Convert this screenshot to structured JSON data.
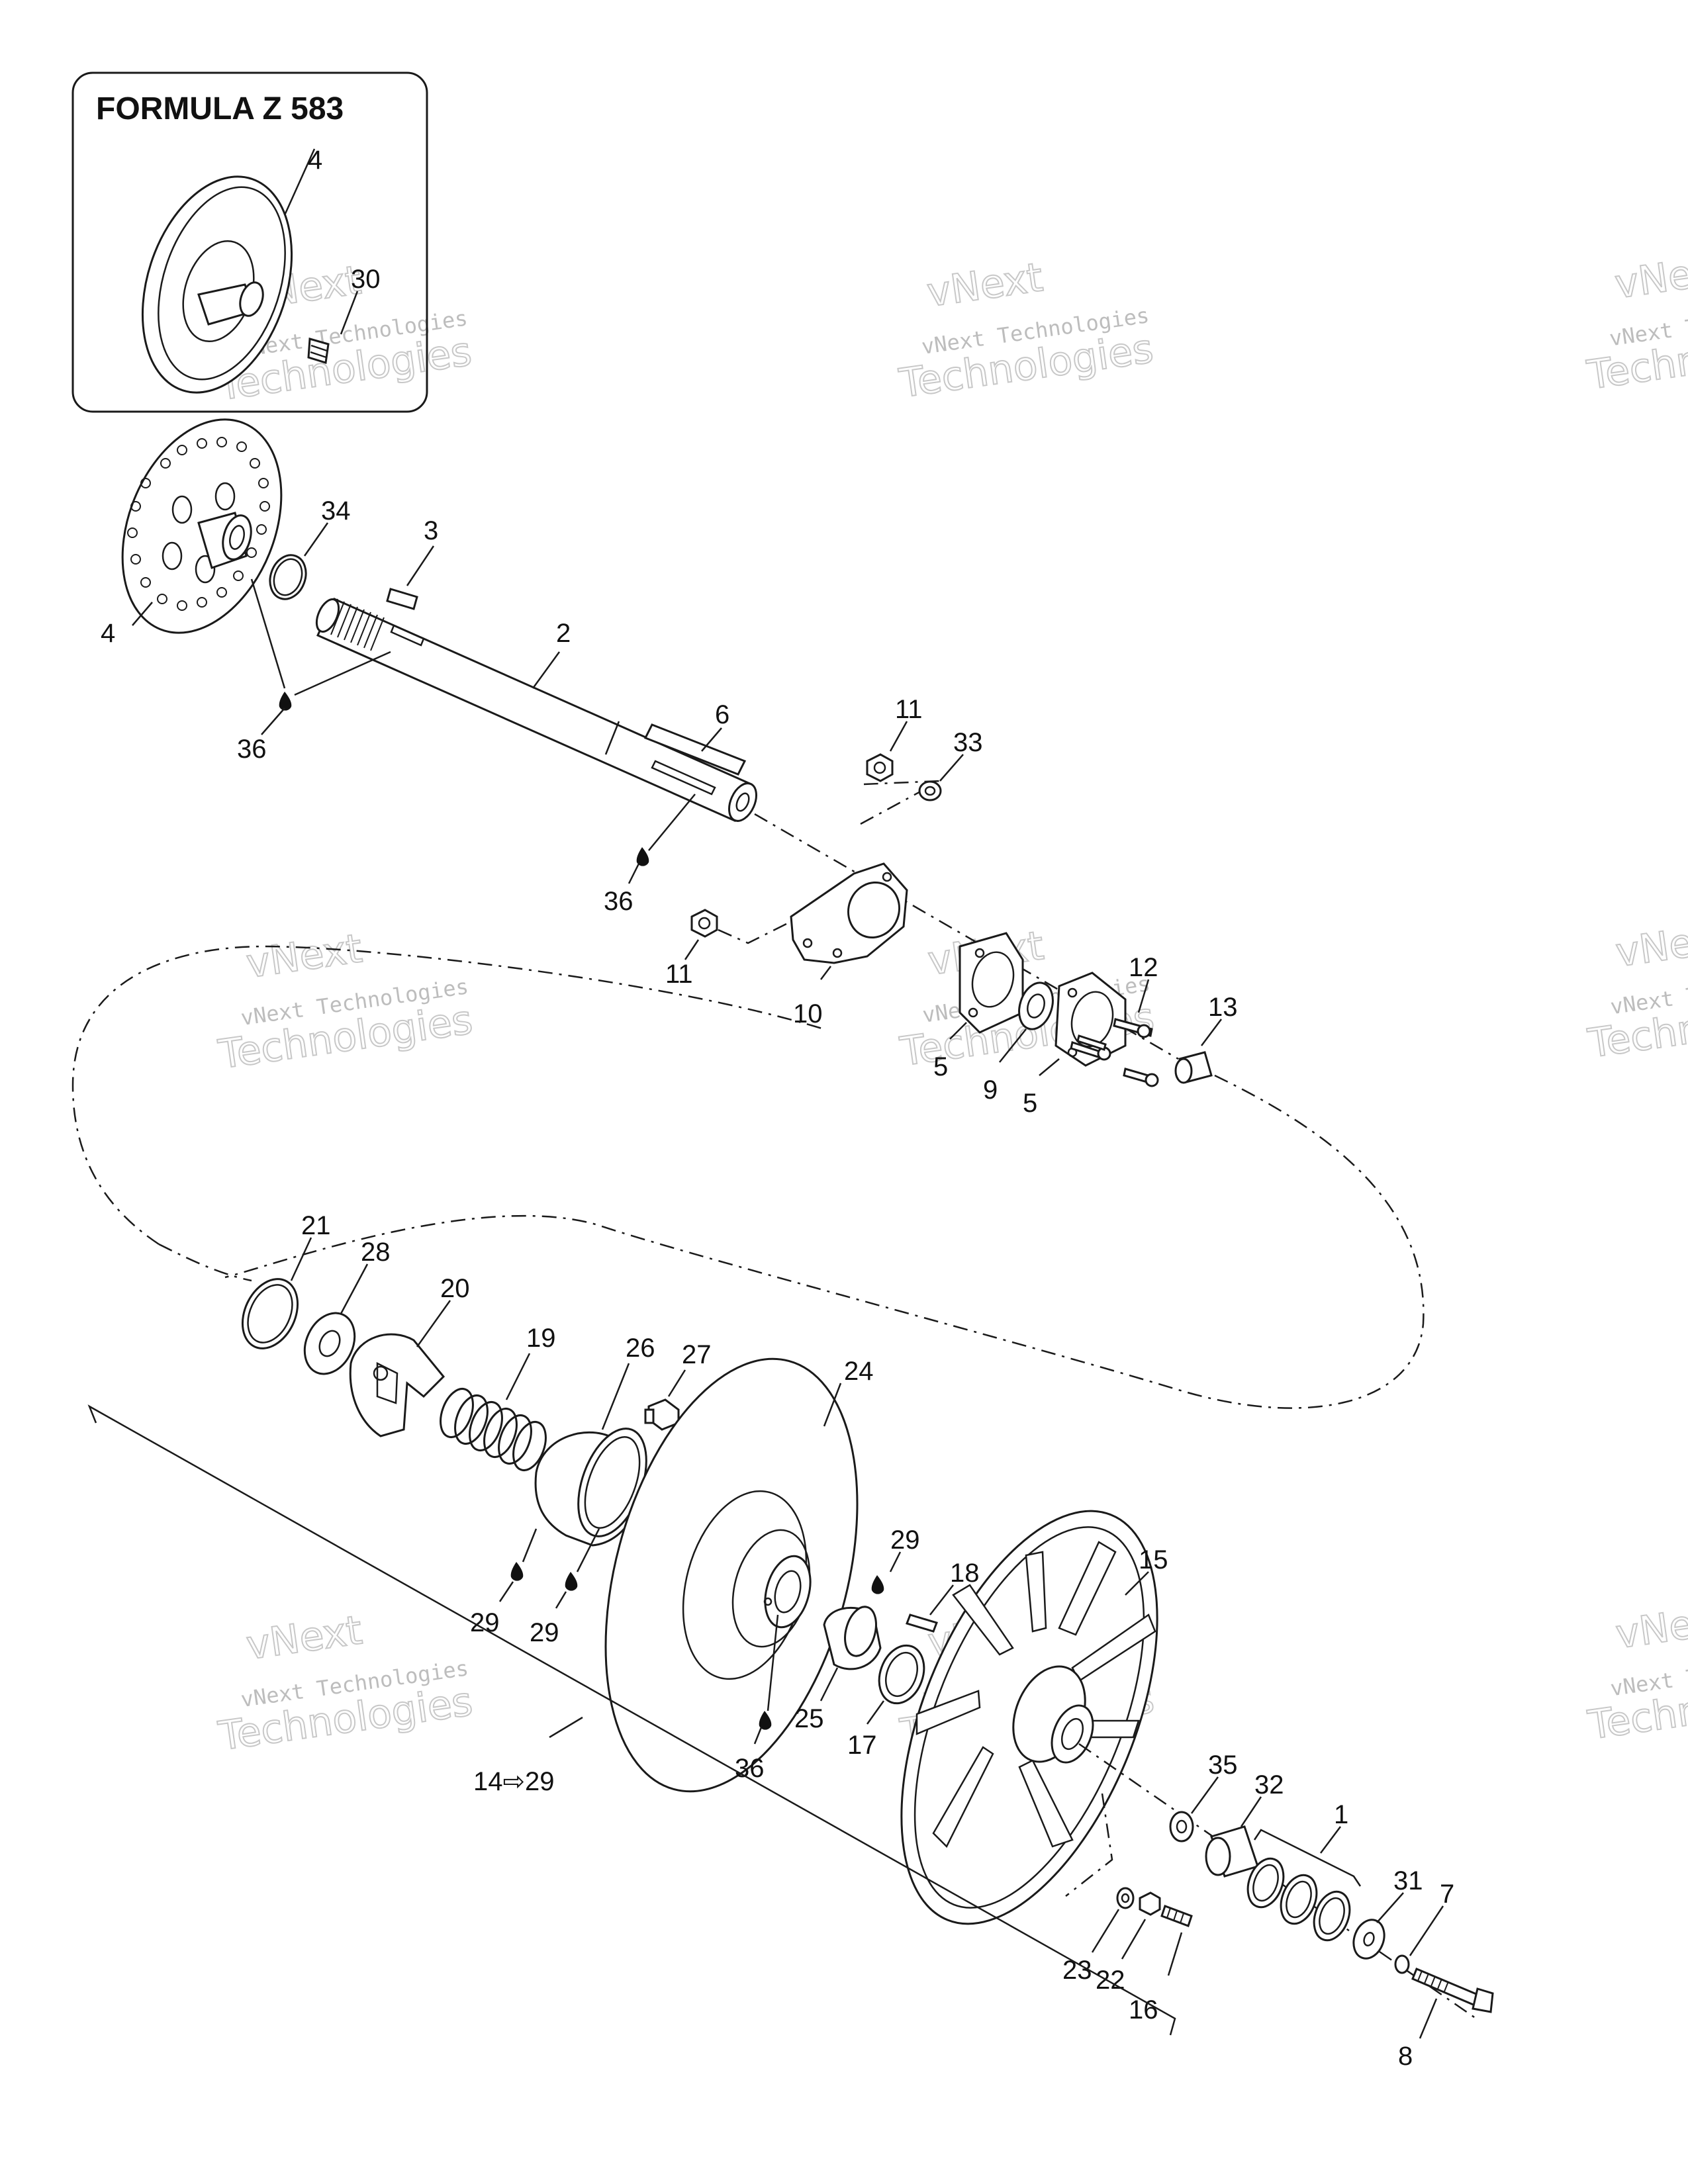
{
  "inset": {
    "title": "FORMULA Z 583"
  },
  "watermark": {
    "line1": "vNext",
    "line2": "vNext Technologies",
    "line3": "Technologies"
  },
  "callouts": {
    "c1": "1",
    "c2": "2",
    "c3": "3",
    "c4_inset": "4",
    "c4": "4",
    "c5a": "5",
    "c5b": "5",
    "c6": "6",
    "c7": "7",
    "c8": "8",
    "c9": "9",
    "c10": "10",
    "c11a": "11",
    "c11b": "11",
    "c12": "12",
    "c13": "13",
    "c14": "14⇨29",
    "c15": "15",
    "c16": "16",
    "c17": "17",
    "c18": "18",
    "c19": "19",
    "c20": "20",
    "c21": "21",
    "c22": "22",
    "c23": "23",
    "c24": "24",
    "c25": "25",
    "c26": "26",
    "c27": "27",
    "c28": "28",
    "c29a": "29",
    "c29b": "29",
    "c29c": "29",
    "c30": "30",
    "c31": "31",
    "c32": "32",
    "c33": "33",
    "c34": "34",
    "c35": "35",
    "c36a": "36",
    "c36b": "36",
    "c36c": "36"
  },
  "colors": {
    "line": "#1a1a1a",
    "watermark": "#bdbdbd"
  }
}
